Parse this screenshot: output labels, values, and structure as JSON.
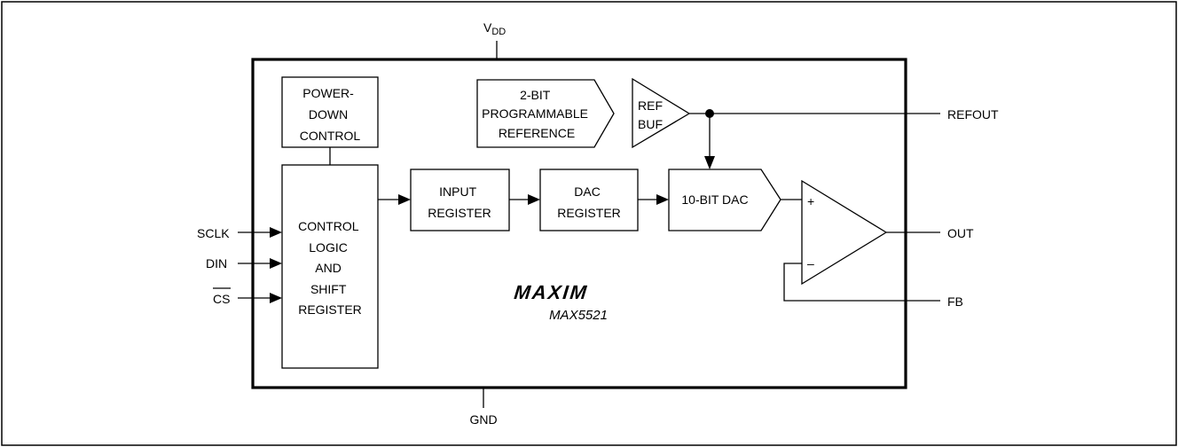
{
  "supply": {
    "vdd_main": "V",
    "vdd_sub": "DD",
    "gnd": "GND"
  },
  "blocks": {
    "power_down": [
      "POWER-",
      "DOWN",
      "CONTROL"
    ],
    "control_logic": [
      "CONTROL",
      "LOGIC",
      "AND",
      "SHIFT",
      "REGISTER"
    ],
    "reference": [
      "2-BIT",
      "PROGRAMMABLE",
      "REFERENCE"
    ],
    "ref_buf": [
      "REF",
      "BUF"
    ],
    "input_register": [
      "INPUT",
      "REGISTER"
    ],
    "dac_register": [
      "DAC",
      "REGISTER"
    ],
    "dac": "10-BIT DAC"
  },
  "amp": {
    "plus": "+",
    "minus": "–"
  },
  "pins": {
    "sclk": "SCLK",
    "din": "DIN",
    "cs": "CS",
    "refout": "REFOUT",
    "out": "OUT",
    "fb": "FB"
  },
  "logo": "MAXIM",
  "part_number": "MAX5521"
}
